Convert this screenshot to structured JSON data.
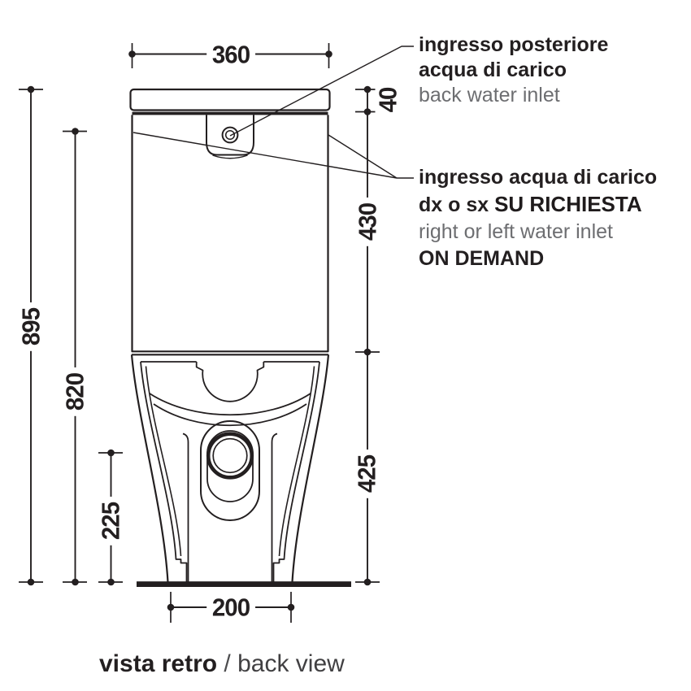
{
  "colors": {
    "line": "#231f20",
    "text_dark": "#231f20",
    "text_gray": "#6d6e71",
    "background": "#ffffff"
  },
  "dimensions": {
    "top_width": "360",
    "lid_height": "40",
    "tank_height": "430",
    "base_height": "425",
    "total_height": "895",
    "body_height": "820",
    "drain_height": "225",
    "foot_width": "200"
  },
  "annotations": {
    "back_inlet": {
      "it_line1": "ingresso posteriore",
      "it_line2": "acqua di carico",
      "en": "back water inlet"
    },
    "side_inlet": {
      "it_line1": "ingresso acqua di carico",
      "it_line2_prefix": "dx o sx ",
      "it_line2_bold": "SU RICHIESTA",
      "en_line1": "right or left water inlet",
      "en_line2": "ON DEMAND"
    }
  },
  "caption": {
    "italian": "vista retro",
    "separator": " / ",
    "english": "back view"
  }
}
